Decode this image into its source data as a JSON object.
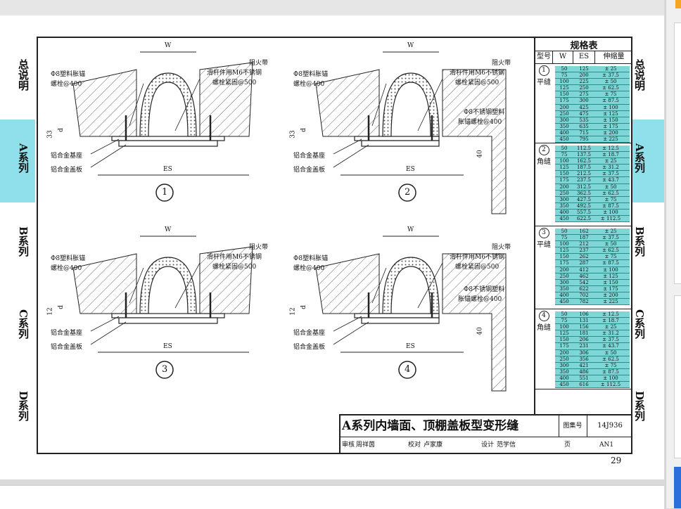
{
  "sidebar_left": [
    "总说明",
    "A系列",
    "B系列",
    "C系列",
    "D系列"
  ],
  "sidebar_right": [
    "总说明",
    "A系列",
    "B系列",
    "C系列",
    "D系列"
  ],
  "colors": {
    "accent_band": "#8fe0ea",
    "table_fill": "#7fd6d6"
  },
  "details": [
    {
      "num": "1",
      "labels": {
        "anchor": "Φ8塑料胀锚",
        "anchor_spacing": "螺栓@400",
        "firestop": "阻火带",
        "slide": "滑杆件用M6不锈钢",
        "slide_spacing": "螺栓紧固@500",
        "base": "铝合金基座",
        "cover": "铝合金盖板",
        "w": "W",
        "es": "ES",
        "d": "d",
        "h": "33"
      }
    },
    {
      "num": "2",
      "labels": {
        "anchor": "Φ8塑料胀锚",
        "anchor_spacing": "螺栓@400",
        "firestop": "阻火带",
        "slide": "滑杆件用M6不锈钢",
        "slide_spacing": "螺栓紧固@500",
        "base": "铝合金基座",
        "cover": "铝合金盖板",
        "w": "W",
        "es": "ES",
        "d": "d",
        "h": "33",
        "extra1": "Φ8不锈钢塑料",
        "extra2": "胀锚螺栓@400",
        "dim40": "40"
      }
    },
    {
      "num": "3",
      "labels": {
        "anchor": "Φ8塑料胀锚",
        "anchor_spacing": "螺栓@400",
        "firestop": "阻火带",
        "slide": "滑杆件用M6不锈钢",
        "slide_spacing": "螺栓紧固@500",
        "base": "铝合金基座",
        "cover": "铝合金盖板",
        "w": "W",
        "es": "ES",
        "d": "d",
        "h": "12"
      }
    },
    {
      "num": "4",
      "labels": {
        "anchor": "Φ8塑料胀锚",
        "anchor_spacing": "螺栓@400",
        "firestop": "阻火带",
        "slide": "滑杆件用M6不锈钢",
        "slide_spacing": "螺栓紧固@500",
        "base": "铝合金基座",
        "cover": "铝合金盖板",
        "w": "W",
        "es": "ES",
        "d": "d",
        "h": "12",
        "extra1": "Φ8不锈钢塑料",
        "extra2": "胀锚螺栓@400",
        "dim40": "40"
      }
    }
  ],
  "spec_table": {
    "title": "规格表",
    "headers": [
      "型号",
      "W",
      "ES",
      "伸缩量"
    ],
    "groups": [
      {
        "num": "1",
        "type": "平缝",
        "rows": [
          [
            "50",
            "125",
            "± 25"
          ],
          [
            "75",
            "200",
            "± 37.5"
          ],
          [
            "100",
            "225",
            "± 50"
          ],
          [
            "125",
            "250",
            "± 62.5"
          ],
          [
            "150",
            "275",
            "± 75"
          ],
          [
            "175",
            "300",
            "± 87.5"
          ],
          [
            "200",
            "425",
            "± 100"
          ],
          [
            "250",
            "475",
            "± 125"
          ],
          [
            "300",
            "535",
            "± 150"
          ],
          [
            "350",
            "635",
            "± 175"
          ],
          [
            "400",
            "715",
            "± 200"
          ],
          [
            "450",
            "795",
            "± 225"
          ]
        ]
      },
      {
        "num": "2",
        "type": "角缝",
        "rows": [
          [
            "50",
            "112.5",
            "± 12.5"
          ],
          [
            "75",
            "137.5",
            "± 18.7"
          ],
          [
            "100",
            "162.5",
            "± 25"
          ],
          [
            "125",
            "187.5",
            "± 31.2"
          ],
          [
            "150",
            "212.5",
            "± 37.5"
          ],
          [
            "175",
            "237.5",
            "± 43.7"
          ],
          [
            "200",
            "312.5",
            "± 50"
          ],
          [
            "250",
            "362.5",
            "± 62.5"
          ],
          [
            "300",
            "427.5",
            "± 75"
          ],
          [
            "350",
            "492.5",
            "± 87.5"
          ],
          [
            "400",
            "557.5",
            "± 100"
          ],
          [
            "450",
            "622.5",
            "± 112.5"
          ]
        ]
      },
      {
        "num": "3",
        "type": "平缝",
        "rows": [
          [
            "50",
            "162",
            "± 25"
          ],
          [
            "75",
            "187",
            "± 37.5"
          ],
          [
            "100",
            "212",
            "± 50"
          ],
          [
            "125",
            "237",
            "± 62.5"
          ],
          [
            "150",
            "262",
            "± 75"
          ],
          [
            "175",
            "287",
            "± 87.5"
          ],
          [
            "200",
            "412",
            "± 100"
          ],
          [
            "250",
            "462",
            "± 125"
          ],
          [
            "300",
            "542",
            "± 150"
          ],
          [
            "350",
            "622",
            "± 175"
          ],
          [
            "400",
            "702",
            "± 200"
          ],
          [
            "450",
            "782",
            "± 225"
          ]
        ]
      },
      {
        "num": "4",
        "type": "角缝",
        "rows": [
          [
            "50",
            "106",
            "± 12.5"
          ],
          [
            "75",
            "131",
            "± 18.7"
          ],
          [
            "100",
            "156",
            "± 25"
          ],
          [
            "125",
            "181",
            "± 31.2"
          ],
          [
            "150",
            "206",
            "± 37.5"
          ],
          [
            "175",
            "231",
            "± 43.7"
          ],
          [
            "200",
            "306",
            "± 50"
          ],
          [
            "250",
            "356",
            "± 62.5"
          ],
          [
            "300",
            "421",
            "± 75"
          ],
          [
            "350",
            "486",
            "± 87.5"
          ],
          [
            "400",
            "551",
            "± 100"
          ],
          [
            "450",
            "616",
            "± 112.5"
          ]
        ]
      }
    ]
  },
  "title_block": {
    "title": "A系列内墙面、顶棚盖板型变形缝",
    "atlas_label": "图集号",
    "atlas_value": "14J936",
    "review_label": "审核",
    "review_name": "周祥茵",
    "check_label": "校对",
    "check_name": "卢家康",
    "design_label": "设计",
    "design_name": "范学信",
    "page_label": "页",
    "page_value": "AN1"
  },
  "page_number": "29"
}
